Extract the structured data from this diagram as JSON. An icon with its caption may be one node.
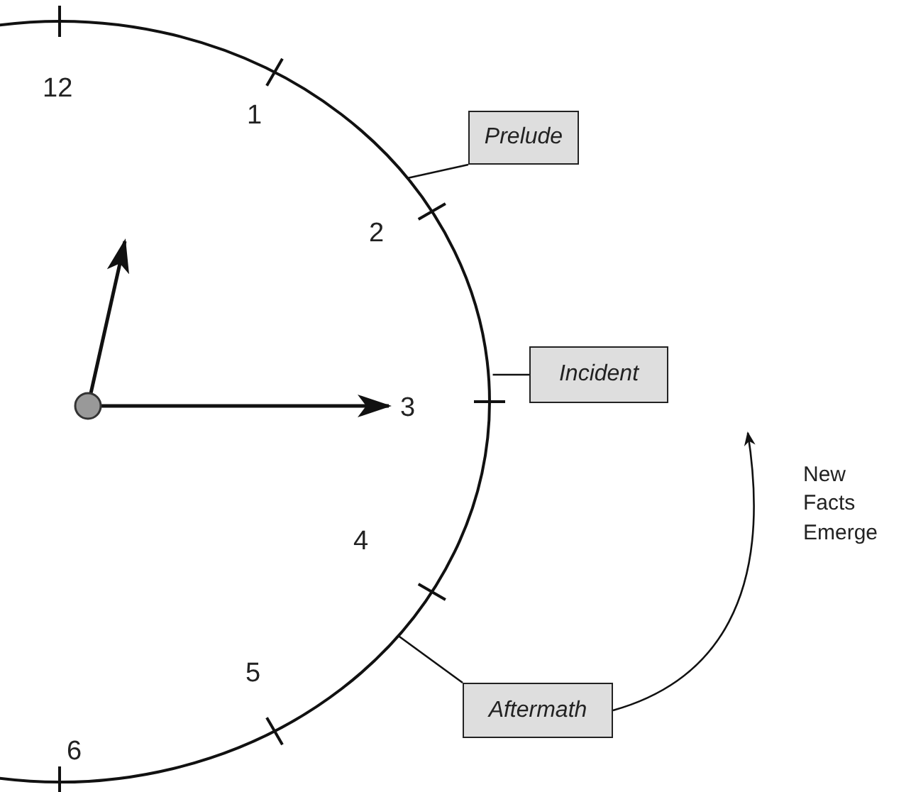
{
  "diagram": {
    "nodes": [
      {
        "text": [
          "Prelude"
        ]
      },
      {
        "text": [
          "Incident"
        ]
      },
      {
        "text": [
          "Aftermath"
        ]
      }
    ],
    "edges": [
      {
        "from": 0,
        "to": null,
        "arrow": "none"
      },
      {
        "from": 1,
        "to": null,
        "arrow": "none"
      },
      {
        "from": 2,
        "to": null,
        "arrow": "none"
      },
      {
        "from": 2,
        "to": null,
        "arrow": "to",
        "label": "New Facts Emerge"
      }
    ],
    "labels": [
      "12",
      "1",
      "2",
      "3",
      "4",
      "5",
      "6"
    ]
  }
}
